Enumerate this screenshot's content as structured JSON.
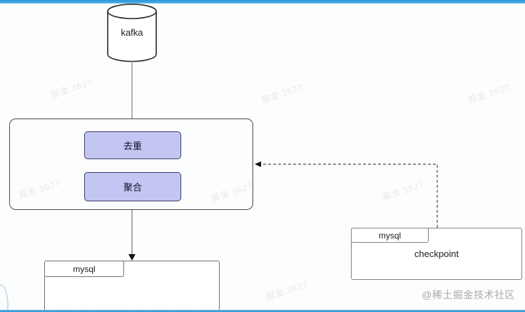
{
  "diagram": {
    "kafka": {
      "label": "kafka"
    },
    "pipeline": {
      "steps": [
        {
          "label": "去重"
        },
        {
          "label": "聚合"
        }
      ]
    },
    "mysql_sink": {
      "tab_label": "mysql"
    },
    "checkpoint": {
      "tab_label": "mysql",
      "label": "checkpoint"
    }
  },
  "watermark": {
    "text": "掘金 3627",
    "attribution": "@稀土掘金技术社区"
  },
  "colors": {
    "accent_blue": "#2f97d7",
    "node_purple_fill": "#c3c6f3",
    "node_purple_border": "#3f3f66",
    "container_border": "#4c4c4c",
    "connector_gray": "#9a9a9a",
    "dashed_connector": "#4d4d4d"
  }
}
